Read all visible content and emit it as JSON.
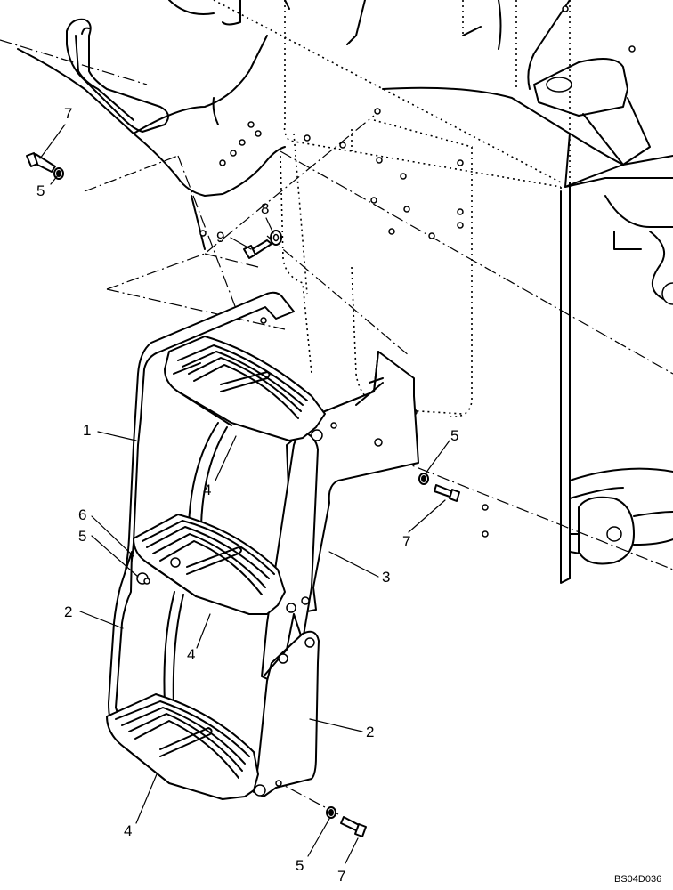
{
  "drawing": {
    "reference_code": "BS04D036"
  },
  "callouts": {
    "bolt_top_left": "7",
    "washer_top_left": "5",
    "washer_upper_mid": "8",
    "bolt_upper_mid": "9",
    "step_frame": "1",
    "washer_right": "5",
    "bolt_right": "7",
    "nut_left": "6",
    "washer_left": "5",
    "side_plate_left": "2",
    "mount_bracket": "3",
    "step_tread_upper": "4",
    "step_tread_middle": "4",
    "side_plate_right": "2",
    "step_tread_lower": "4",
    "washer_bottom": "5",
    "bolt_bottom": "7"
  },
  "colors": {
    "line": "#000000",
    "background": "#ffffff"
  }
}
